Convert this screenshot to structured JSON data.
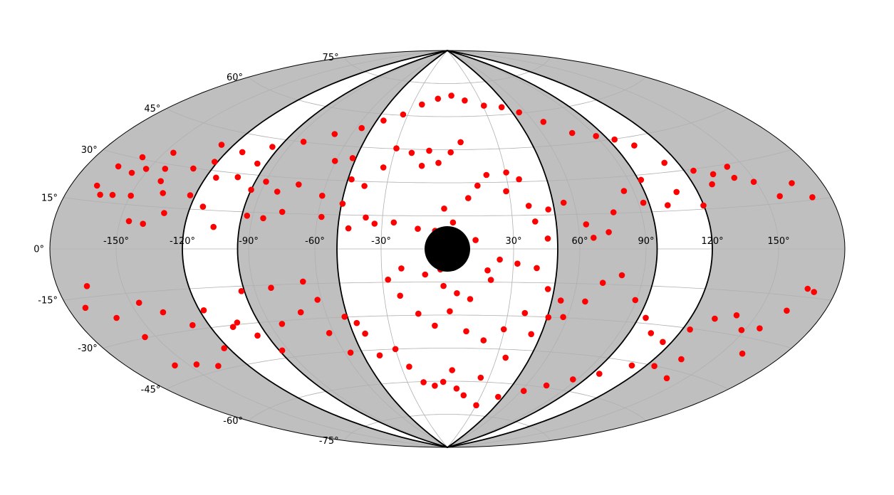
{
  "chart_data": {
    "type": "scatter",
    "projection": "aitoff",
    "title": "",
    "xlabel": "",
    "ylabel": "",
    "xlim": [
      -180,
      180
    ],
    "ylim": [
      -90,
      90
    ],
    "grid": true,
    "legend": "none",
    "x_tick_labels": [
      "-150°",
      "-120°",
      "-90°",
      "-60°",
      "-30°",
      "30°",
      "60°",
      "90°",
      "120°",
      "150°"
    ],
    "y_tick_labels": [
      "-75°",
      "-60°",
      "-45°",
      "-30°",
      "-15°",
      "0°",
      "15°",
      "30°",
      "45°",
      "60°",
      "75°"
    ],
    "x_ticks": [
      -150,
      -120,
      -90,
      -60,
      -30,
      30,
      60,
      90,
      120,
      150
    ],
    "y_ticks": [
      -75,
      -60,
      -45,
      -30,
      -15,
      0,
      15,
      30,
      45,
      60,
      75
    ],
    "colors": {
      "background_band": "#bfbfbf",
      "points": "#ff0000",
      "center_marker": "#000000",
      "boundary": "#000000",
      "grid": "#b0b0b0"
    },
    "shaded_bands": [
      {
        "inner_lon": 120,
        "outer_lon": 180
      },
      {
        "inner_lon": 50,
        "outer_lon": 95
      }
    ],
    "inner_lens_lon": 50,
    "boundary_curves_lon": [
      50,
      95,
      120
    ],
    "center_marker": {
      "lon": 0,
      "lat": 0
    },
    "series": [
      {
        "points": [
          [
            -168.0,
            19.8
          ],
          [
            -164.0,
            17.2
          ],
          [
            -158.3,
            17.6
          ],
          [
            -156.4,
            25.3
          ],
          [
            -151.3,
            27.3
          ],
          [
            -149.7,
            18.0
          ],
          [
            -145.7,
            33.9
          ],
          [
            -142.4,
            28.3
          ],
          [
            -140.0,
            24.0
          ],
          [
            -135.6,
            20.0
          ],
          [
            -129.1,
            29.8
          ],
          [
            -126.3,
            39.5
          ],
          [
            -121.5,
            33.2
          ],
          [
            -115.0,
            27.5
          ],
          [
            -104.7,
            28.5
          ],
          [
            -99.6,
            34.5
          ],
          [
            -95.0,
            24.0
          ],
          [
            -89.8,
            27.7
          ],
          [
            -82.2,
            23.9
          ],
          [
            -73.3,
            27.4
          ],
          [
            -60.5,
            38.3
          ],
          [
            -51.8,
            40.0
          ],
          [
            -48.2,
            30.7
          ],
          [
            -40.9,
            28.0
          ],
          [
            -33.7,
            36.5
          ],
          [
            -29.5,
            45.2
          ],
          [
            -20.2,
            43.4
          ],
          [
            -13.6,
            37.6
          ],
          [
            -10.4,
            44.5
          ],
          [
            -4.8,
            39.0
          ],
          [
            1.9,
            43.8
          ],
          [
            8.0,
            48.4
          ],
          [
            -1.5,
            18.3
          ],
          [
            -5.6,
            8.2
          ],
          [
            -13.5,
            9.1
          ],
          [
            -24.6,
            11.9
          ],
          [
            -33.4,
            11.3
          ],
          [
            -37.7,
            14.0
          ],
          [
            -45.2,
            9.1
          ],
          [
            -49.5,
            19.9
          ],
          [
            -58.2,
            13.9
          ],
          [
            -60.1,
            23.1
          ],
          [
            -76.8,
            15.6
          ],
          [
            -84.9,
            12.7
          ],
          [
            -92.6,
            13.5
          ],
          [
            -106.8,
            8.6
          ],
          [
            -114.2,
            16.2
          ],
          [
            -122.4,
            20.1
          ],
          [
            -131.0,
            13.0
          ],
          [
            -139.2,
            8.8
          ],
          [
            -145.9,
            9.5
          ],
          [
            -158.1,
            30.6
          ],
          [
            -165.2,
            26.5
          ],
          [
            -166.4,
            -11.6
          ],
          [
            -172.0,
            -18.0
          ],
          [
            -160.9,
            -22.4
          ],
          [
            -155.3,
            -29.7
          ],
          [
            -146.1,
            -18.5
          ],
          [
            -137.6,
            -22.6
          ],
          [
            -127.9,
            -28.3
          ],
          [
            -118.0,
            -23.4
          ],
          [
            -109.0,
            -30.7
          ],
          [
            -100.0,
            -35.0
          ],
          [
            -93.5,
            -41.9
          ],
          [
            -84.0,
            -31.3
          ],
          [
            -72.1,
            -27.0
          ],
          [
            -62.5,
            -36.5
          ],
          [
            -56.6,
            -45.5
          ],
          [
            -46.3,
            -32.8
          ],
          [
            -40.5,
            -47.5
          ],
          [
            -30.0,
            -45.0
          ],
          [
            -24.9,
            -53.1
          ],
          [
            -18.0,
            -60.3
          ],
          [
            -9.9,
            -62.0
          ],
          [
            -3.1,
            -60.3
          ],
          [
            3.2,
            -55.0
          ],
          [
            7.5,
            -63.3
          ],
          [
            14.5,
            -66.3
          ],
          [
            24.0,
            -58.1
          ],
          [
            35.4,
            -48.7
          ],
          [
            44.8,
            -37.8
          ],
          [
            57.9,
            -29.7
          ],
          [
            66.0,
            -22.6
          ],
          [
            72.0,
            -14.4
          ],
          [
            80.1,
            -11.0
          ],
          [
            89.5,
            -21.0
          ],
          [
            98.5,
            -27.8
          ],
          [
            106.0,
            -33.5
          ],
          [
            115.5,
            -36.2
          ],
          [
            123.7,
            -30.4
          ],
          [
            131.7,
            -25.5
          ],
          [
            140.8,
            -23.4
          ],
          [
            148.4,
            -28.0
          ],
          [
            156.2,
            -26.5
          ],
          [
            160.3,
            -35.0
          ],
          [
            162.5,
            -19.8
          ],
          [
            166.8,
            -12.4
          ],
          [
            170.3,
            -13.2
          ],
          [
            171.5,
            15.8
          ],
          [
            166.1,
            20.8
          ],
          [
            156.9,
            17.3
          ],
          [
            149.0,
            22.9
          ],
          [
            142.1,
            29.1
          ],
          [
            132.6,
            27.3
          ],
          [
            124.5,
            29.4
          ],
          [
            113.4,
            33.6
          ],
          [
            105.9,
            41.5
          ],
          [
            98.5,
            44.8
          ],
          [
            90.1,
            47.1
          ],
          [
            78.0,
            49.5
          ],
          [
            66.3,
            55.4
          ],
          [
            55.0,
            60.4
          ],
          [
            44.7,
            63.3
          ],
          [
            31.0,
            64.5
          ],
          [
            16.0,
            67.2
          ],
          [
            4.0,
            69.5
          ],
          [
            -8.9,
            68.1
          ],
          [
            -22.0,
            65.3
          ],
          [
            -33.6,
            60.4
          ],
          [
            -45.3,
            57.2
          ],
          [
            -56.5,
            53.2
          ],
          [
            -70.3,
            49.6
          ],
          [
            -84.5,
            45.1
          ],
          [
            -98.9,
            41.6
          ],
          [
            -112.0,
            38.1
          ],
          [
            30.4,
            34.3
          ],
          [
            36.1,
            31.1
          ],
          [
            28.6,
            25.9
          ],
          [
            20.0,
            33.4
          ],
          [
            14.9,
            28.6
          ],
          [
            10.0,
            23.0
          ],
          [
            2.6,
            12.0
          ],
          [
            12.8,
            4.0
          ],
          [
            40.4,
            12.2
          ],
          [
            47.2,
            17.4
          ],
          [
            55.0,
            20.2
          ],
          [
            38.3,
            19.2
          ],
          [
            45.6,
            4.6
          ],
          [
            63.6,
            10.6
          ],
          [
            66.4,
            4.8
          ],
          [
            73.5,
            7.1
          ],
          [
            77.2,
            15.4
          ],
          [
            85.4,
            24.0
          ],
          [
            92.4,
            18.8
          ],
          [
            96.2,
            28.0
          ],
          [
            103.3,
            17.3
          ],
          [
            110.1,
            22.2
          ],
          [
            119.8,
            16.4
          ],
          [
            128.8,
            23.8
          ],
          [
            141.3,
            25.1
          ],
          [
            18.4,
            -9.7
          ],
          [
            20.1,
            -14.0
          ],
          [
            23.8,
            -4.8
          ],
          [
            31.9,
            -6.6
          ],
          [
            40.8,
            -8.5
          ],
          [
            47.1,
            -17.7
          ],
          [
            54.3,
            -22.6
          ],
          [
            50.6,
            -30.1
          ],
          [
            38.4,
            -28.6
          ],
          [
            29.6,
            -36.1
          ],
          [
            20.0,
            -41.3
          ],
          [
            10.0,
            -37.3
          ],
          [
            1.2,
            -28.3
          ],
          [
            -6.5,
            -34.8
          ],
          [
            -14.4,
            -29.3
          ],
          [
            -22.4,
            -21.1
          ],
          [
            -27.4,
            -13.8
          ],
          [
            -21.0,
            -8.8
          ],
          [
            -10.2,
            -11.6
          ],
          [
            -3.2,
            -9.3
          ],
          [
            -1.8,
            -16.8
          ],
          [
            4.5,
            -20.1
          ],
          [
            10.9,
            -22.7
          ],
          [
            -43.8,
            -37.6
          ],
          [
            -51.4,
            -29.8
          ],
          [
            -62.0,
            -22.0
          ],
          [
            -66.8,
            -14.0
          ],
          [
            -82.2,
            -16.2
          ],
          [
            -96.4,
            -17.0
          ],
          [
            -105.6,
            -29.2
          ],
          [
            -122.4,
            -38.0
          ],
          [
            -136.0,
            -43.5
          ],
          [
            -145.8,
            -41.4
          ],
          [
            -157.0,
            -40.0
          ],
          [
            124.6,
            -45.1
          ],
          [
            134.0,
            -41.0
          ],
          [
            140.3,
            -48.0
          ],
          [
            112.2,
            -46.4
          ],
          [
            99.5,
            -51.5
          ],
          [
            87.5,
            -55.2
          ],
          [
            74.5,
            -59.1
          ],
          [
            62.1,
            -62.5
          ],
          [
            45.5,
            -66.1
          ],
          [
            30.2,
            -70.5
          ]
        ]
      }
    ]
  }
}
